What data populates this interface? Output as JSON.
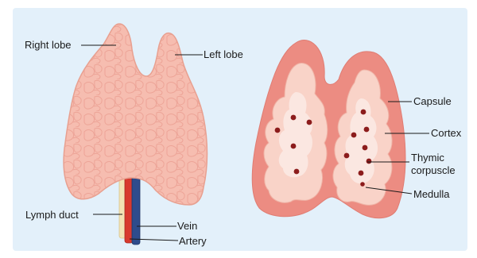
{
  "labels": {
    "right_lobe": "Right lobe",
    "left_lobe": "Left lobe",
    "lymph_duct": "Lymph duct",
    "vein": "Vein",
    "artery": "Artery",
    "capsule": "Capsule",
    "cortex": "Cortex",
    "thymic_corpuscle_line1": "Thymic",
    "thymic_corpuscle_line2": "corpuscle",
    "medulla": "Medulla"
  },
  "colors": {
    "panel_background": "#E3F0FA",
    "gland_tissue": "#F6BDB0",
    "capsule": "#EC8C82",
    "cortex": "#F9D3C8",
    "medulla": "#FBE7E1",
    "corpuscle": "#8C1C1C",
    "vein": "#2E4C8C",
    "artery": "#D83A2E",
    "lymph_duct": "#F3E3B4"
  }
}
